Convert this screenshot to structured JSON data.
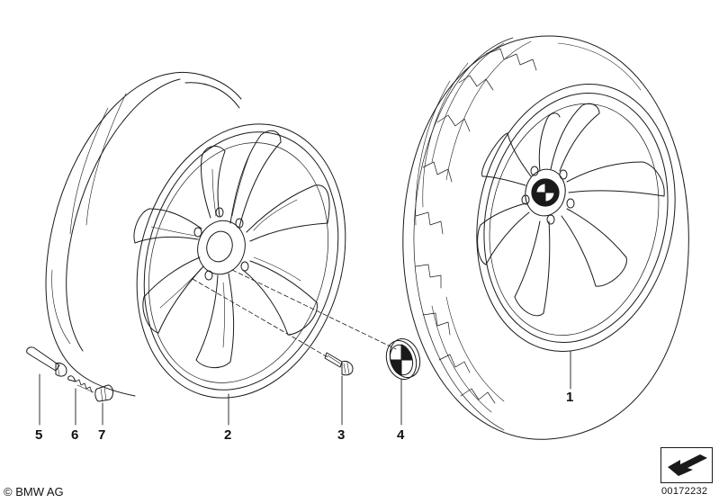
{
  "parts": [
    {
      "id": "wheel-assembly",
      "callout": "1"
    },
    {
      "id": "light-alloy-rim",
      "callout": "2"
    },
    {
      "id": "wheel-bolt",
      "callout": "3"
    },
    {
      "id": "hub-cap",
      "callout": "4"
    },
    {
      "id": "valve-stem",
      "callout": "5"
    },
    {
      "id": "valve-insert",
      "callout": "6"
    },
    {
      "id": "valve-cap",
      "callout": "7"
    }
  ],
  "footer": {
    "copyright": "© BMW AG",
    "document_number": "00172232"
  },
  "colors": {
    "line": "#1a1a1a",
    "background": "#ffffff",
    "emblem_blue": "#ffffff",
    "emblem_dark": "#1a1a1a"
  }
}
